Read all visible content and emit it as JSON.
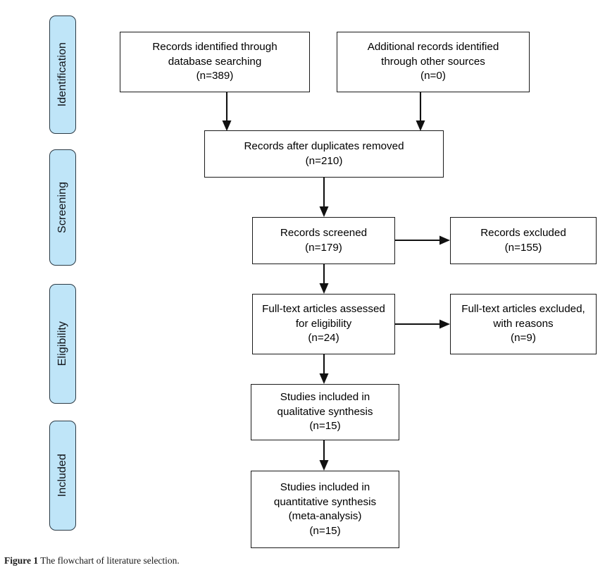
{
  "figure": {
    "caption_lead": "Figure 1",
    "caption_text": "The flowchart of literature selection."
  },
  "colors": {
    "phase_fill": "#bfe5f8",
    "phase_border": "#2b3a45",
    "box_border": "#1a1a1a",
    "box_fill": "#ffffff",
    "connector": "#111111",
    "page_background": "#ffffff"
  },
  "phases": [
    {
      "id": "identification",
      "label": "Identification"
    },
    {
      "id": "screening",
      "label": "Screening"
    },
    {
      "id": "eligibility",
      "label": "Eligibility"
    },
    {
      "id": "included",
      "label": "Included"
    }
  ],
  "boxes": {
    "records_identified": {
      "title": "Records identified through\ndatabase searching",
      "count_label": "(n=389)",
      "text": "Records identified through\ndatabase searching\n(n=389)",
      "n": 389
    },
    "additional_records": {
      "title": "Additional records identified\nthrough other sources",
      "count_label": "(n=0)",
      "text": "Additional records identified\nthrough other sources\n(n=0)",
      "n": 0
    },
    "after_duplicates": {
      "title": "Records after duplicates removed",
      "count_label": "(n=210)",
      "text": "Records after duplicates removed\n(n=210)",
      "n": 210
    },
    "records_screened": {
      "title": "Records screened",
      "count_label": "(n=179)",
      "text": "Records screened\n(n=179)",
      "n": 179
    },
    "records_excluded": {
      "title": "Records excluded",
      "count_label": "(n=155)",
      "text": "Records excluded\n(n=155)",
      "n": 155
    },
    "fulltext_assessed": {
      "title": "Full-text articles assessed\nfor eligibility",
      "count_label": "(n=24)",
      "text": "Full-text articles assessed\nfor eligibility\n(n=24)",
      "n": 24
    },
    "fulltext_excluded": {
      "title": "Full-text articles excluded,\nwith reasons",
      "count_label": "(n=9)",
      "text": "Full-text articles excluded,\nwith reasons\n(n=9)",
      "n": 9
    },
    "qualitative": {
      "title": "Studies included in\nqualitative synthesis",
      "count_label": "(n=15)",
      "text": "Studies included in\nqualitative synthesis\n(n=15)",
      "n": 15
    },
    "quantitative": {
      "title": "Studies included in\nquantitative synthesis\n(meta-analysis)",
      "count_label": "(n=15)",
      "text": "Studies included in\nquantitative synthesis\n(meta-analysis)\n(n=15)",
      "n": 15
    }
  },
  "chart_data": {
    "type": "diagram",
    "diagram_kind": "prisma-flowchart",
    "title": "The flowchart of literature selection.",
    "nodes": [
      {
        "id": "records_identified",
        "phase": "Identification",
        "label": "Records identified through database searching",
        "n": 389
      },
      {
        "id": "additional_records",
        "phase": "Identification",
        "label": "Additional records identified through other sources",
        "n": 0
      },
      {
        "id": "after_duplicates",
        "phase": "Screening",
        "label": "Records after duplicates removed",
        "n": 210
      },
      {
        "id": "records_screened",
        "phase": "Screening",
        "label": "Records screened",
        "n": 179
      },
      {
        "id": "records_excluded",
        "phase": "Screening",
        "label": "Records excluded",
        "n": 155
      },
      {
        "id": "fulltext_assessed",
        "phase": "Eligibility",
        "label": "Full-text articles assessed for eligibility",
        "n": 24
      },
      {
        "id": "fulltext_excluded",
        "phase": "Eligibility",
        "label": "Full-text articles excluded, with reasons",
        "n": 9
      },
      {
        "id": "qualitative",
        "phase": "Included",
        "label": "Studies included in qualitative synthesis",
        "n": 15
      },
      {
        "id": "quantitative",
        "phase": "Included",
        "label": "Studies included in quantitative synthesis (meta-analysis)",
        "n": 15
      }
    ],
    "edges": [
      {
        "from": "records_identified",
        "to": "after_duplicates",
        "direction": "down"
      },
      {
        "from": "additional_records",
        "to": "after_duplicates",
        "direction": "down"
      },
      {
        "from": "after_duplicates",
        "to": "records_screened",
        "direction": "down"
      },
      {
        "from": "records_screened",
        "to": "records_excluded",
        "direction": "right"
      },
      {
        "from": "records_screened",
        "to": "fulltext_assessed",
        "direction": "down"
      },
      {
        "from": "fulltext_assessed",
        "to": "fulltext_excluded",
        "direction": "right"
      },
      {
        "from": "fulltext_assessed",
        "to": "qualitative",
        "direction": "down"
      },
      {
        "from": "qualitative",
        "to": "quantitative",
        "direction": "down"
      }
    ]
  }
}
